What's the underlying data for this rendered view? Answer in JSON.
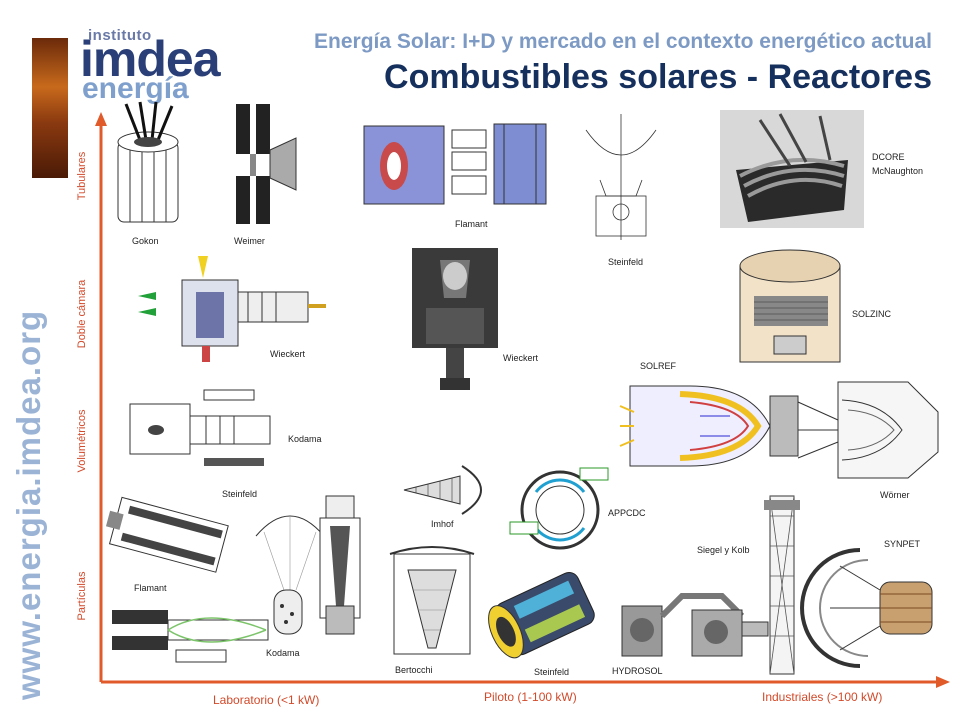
{
  "header": {
    "logo_top": "instituto",
    "logo_main": "imdea",
    "logo_sub": "energía",
    "subtitle": "Energía Solar: I+D y mercado en el contexto energético actual",
    "title": "Combustibles solares - Reactores",
    "website": "www.energia.imdea.org"
  },
  "axes": {
    "y_categories": [
      "Tubulares",
      "Doble cámara",
      "Volumétricos",
      "Partículas"
    ],
    "x_categories": [
      "Laboratorio (<1 kW)",
      "Piloto (1-100 kW)",
      "Industriales (>100 kW)"
    ]
  },
  "reactors": [
    {
      "label": "Gokon"
    },
    {
      "label": "Weimer"
    },
    {
      "label": "Flamant"
    },
    {
      "label": "Steinfeld"
    },
    {
      "label": "DCORE McNaughton"
    },
    {
      "label": "Wieckert"
    },
    {
      "label": "Wieckert"
    },
    {
      "label": "SOLZINC"
    },
    {
      "label": "SOLREF"
    },
    {
      "label": "Kodama"
    },
    {
      "label": "Wörner"
    },
    {
      "label": "Steinfeld"
    },
    {
      "label": "Imhof"
    },
    {
      "label": "APPCDC"
    },
    {
      "label": "Siegel y Kolb"
    },
    {
      "label": "SYNPET"
    },
    {
      "label": "Flamant"
    },
    {
      "label": "Kodama"
    },
    {
      "label": "Bertocchi"
    },
    {
      "label": "Steinfeld"
    },
    {
      "label": "HYDROSOL"
    }
  ],
  "colors": {
    "axis": "#e05a2a",
    "title": "#16305e",
    "subtitle": "#7d9ac4"
  }
}
